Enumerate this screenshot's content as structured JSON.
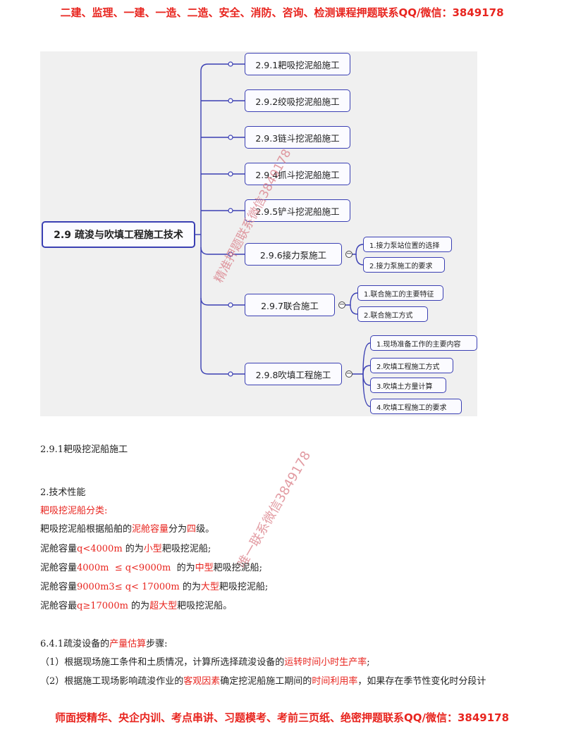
{
  "banner_top": "二建、监理、一建、一造、二造、安全、消防、咨询、检测课程押题联系QQ/微信：3849178",
  "banner_bottom": "师面授精华、央企内训、考点串讲、习题模考、考前三页纸、绝密押题联系QQ/微信：3849178",
  "mindmap": {
    "root": "2.9 疏浚与吹填工程施工技术",
    "branches": [
      {
        "label": "2.9.1耙吸挖泥船施工"
      },
      {
        "label": "2.9.2绞吸挖泥船施工"
      },
      {
        "label": "2.9.3链斗挖泥船施工"
      },
      {
        "label": "2.9.4抓斗挖泥船施工"
      },
      {
        "label": "2.9.5铲斗挖泥船施工"
      },
      {
        "label": "2.9.6接力泵施工",
        "children": [
          "1.接力泵站位置的选择",
          "2.接力泵施工的要求"
        ]
      },
      {
        "label": "2.9.7联合施工",
        "children": [
          "1.联合施工的主要特征",
          "2.联合施工方式"
        ]
      },
      {
        "label": "2.9.8吹填工程施工",
        "children": [
          "1.现场准备工作的主要内容",
          "2.吹填工程施工方式",
          "3.吹填土方量计算",
          "4.吹填工程施工的要求"
        ]
      }
    ],
    "collapse_symbol": "−"
  },
  "watermarks": [
    "精准押题联系微信3849178",
    "唯一联系微信3849178"
  ],
  "doc": {
    "heading1": "2.9.1耙吸挖泥船施工",
    "heading2": "2.技术性能",
    "red_title": "耙吸挖泥船分类:",
    "line1": {
      "a": "耙吸挖泥船根据船舶的",
      "b": "泥舱容量",
      "c": "分为",
      "d": "四",
      "e": "级。"
    },
    "line2": {
      "a": "泥舱容量",
      "b": "q<4000m",
      "c": " 的为",
      "d": "小型",
      "e": "耙吸挖泥船;"
    },
    "line3": {
      "a": "泥舱容量",
      "b": "4000m  ≤ q<9000m",
      "c": "  的为",
      "d": "中型",
      "e": "耙吸挖泥船;"
    },
    "line4": {
      "a": "泥舱容量",
      "b": "9000m3≤ q< 17000m",
      "c": " 的为",
      "d": "大型",
      "e": "耙吸挖泥船;"
    },
    "line5": {
      "a": "泥舱容最",
      "b": "q≥17000m",
      "c": " 的为",
      "d": "超大型",
      "e": "耙吸挖泥船。"
    },
    "heading3": {
      "a": "6.4.1疏浚设备的",
      "b": "产量估算",
      "c": "步骤:"
    },
    "step1": {
      "a": "（1）根据现场施工条件和土质情况，计算所选择疏浚设备的",
      "b": "运转时间小时生产率",
      "c": ";"
    },
    "step2": {
      "a": "（2）根据施工现场影响疏浚作业的",
      "b": "客观因素",
      "c": "确定挖泥船施工期间的",
      "d": "时间利用率",
      "e": "，如果存在季节性变化时分段计"
    }
  },
  "colors": {
    "accent_red": "#e8251f",
    "node_border": "#3a3fb3",
    "watermark": "#d97a84",
    "canvas_bg": "#f0f0f0"
  }
}
